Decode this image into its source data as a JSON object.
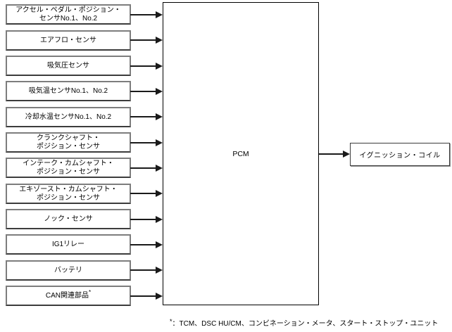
{
  "diagram": {
    "inputs": [
      {
        "label": "アクセル・ペダル・ポジション・\nセンサNo.1、No.2"
      },
      {
        "label": "エアフロ・センサ"
      },
      {
        "label": "吸気圧センサ"
      },
      {
        "label": "吸気温センサNo.1、No.2"
      },
      {
        "label": "冷却水温センサNo.1、No.2"
      },
      {
        "label": "クランクシャフト・\nポジション・センサ"
      },
      {
        "label": "インテーク・カムシャフト・\nポジション・センサ"
      },
      {
        "label": "エキゾースト・カムシャフト・\nポジション・センサ"
      },
      {
        "label": "ノック・センサ"
      },
      {
        "label": "IG1リレー"
      },
      {
        "label": "バッテリ"
      },
      {
        "label": "CAN関連部品",
        "sup": "*"
      }
    ],
    "controller": {
      "label": "PCM"
    },
    "output": {
      "label": "イグニッション・コイル"
    },
    "footnote": {
      "marker": "*",
      "text": "：TCM、DSC HU/CM、コンビネーション・メータ、スタート・ストップ・ユニット"
    },
    "colors": {
      "box_border": "#7d7d7d",
      "box_border_dark": "#3c3c3c",
      "pcm_border": "#000000",
      "arrow": "#1a1a1a",
      "bg": "#ffffff",
      "text": "#000000"
    }
  }
}
